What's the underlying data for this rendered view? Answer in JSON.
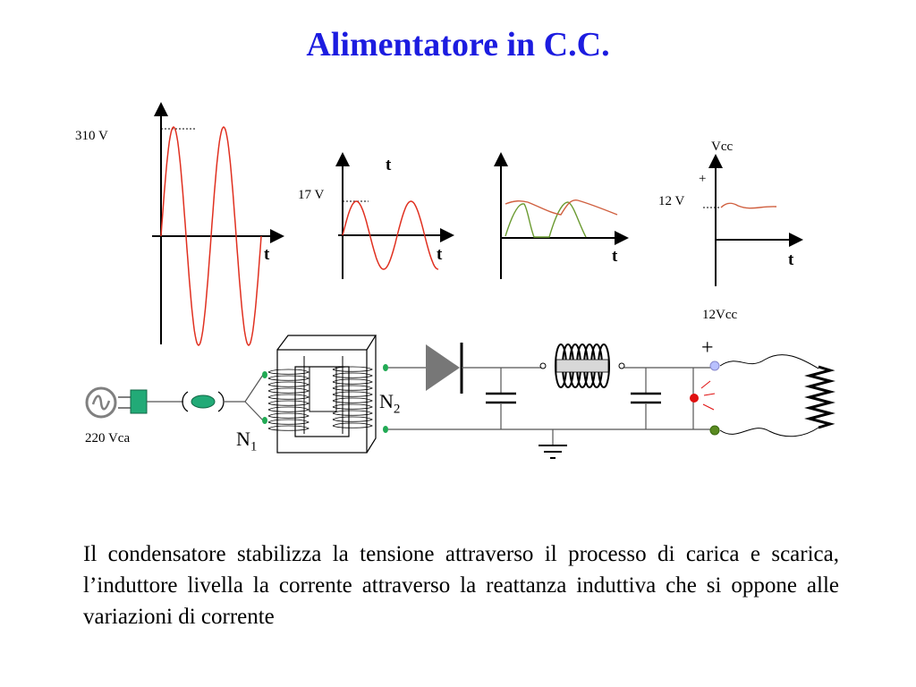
{
  "title": "Alimentatore in C.C.",
  "graphs": {
    "g1": {
      "peak_label": "310 V",
      "axis_label": "t"
    },
    "g2": {
      "peak_label": "17 V",
      "axis_label": "t",
      "top_label": "t"
    },
    "g3": {
      "axis_label": "t"
    },
    "g4": {
      "vcc_label": "Vcc",
      "plus_label": "+",
      "level_label": "12 V",
      "axis_label": "t"
    }
  },
  "circuit": {
    "source_label": "220 Vca",
    "primary_label": "N",
    "primary_sub": "1",
    "secondary_label": "N",
    "secondary_sub": "2",
    "output_label": "12Vcc",
    "output_plus": "+"
  },
  "caption": "Il condensatore stabilizza la tensione attraverso il processo di carica e scarica, l’induttore livella la corrente attraverso la reattanza induttiva che si oppone alle variazioni di corrente",
  "colors": {
    "title": "#1c1ce0",
    "waveform": "#e03020",
    "rectified": "#6a9a30",
    "smoothed": "#d06040",
    "led": "#e01010",
    "output_plus_terminal": "#b8c0ff",
    "output_minus_terminal": "#5a8a20"
  }
}
